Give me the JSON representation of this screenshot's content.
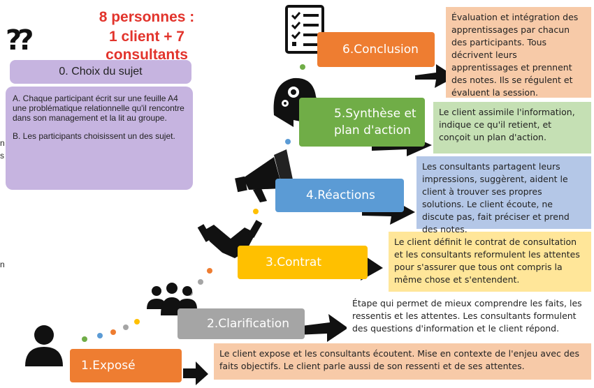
{
  "header": {
    "line1": "8 personnes :",
    "line2": "1 client + 7 consultants"
  },
  "question_icon": "??",
  "choix": {
    "title": "0. Choix du sujet",
    "a": "A. Chaque participant écrit sur une feuille A4 une problématique relationnelle qu'il rencontre dans son management et la lit au groupe.",
    "b": "B. Les participants choisissent un des sujet."
  },
  "steps": [
    {
      "label": "1.Exposé",
      "color": "#ee7d31",
      "desc_color": "#f7caa8",
      "icon": "person-icon",
      "desc": "Le client expose et les consultants écoutent. Mise en contexte de l'enjeu avec des faits objectifs. Le client parle aussi de son ressenti et de ses attentes."
    },
    {
      "label": "2.Clarification",
      "color": "#a5a5a5",
      "desc_color": "#ffffff",
      "icon": "group-icon",
      "desc": "Étape qui permet de mieux comprendre les faits, les ressentis et les attentes. Les consultants formulent des questions d'information et le client répond."
    },
    {
      "label": "3.Contrat",
      "color": "#ffc000",
      "desc_color": "#ffe699",
      "icon": "handshake-icon",
      "desc": "Le client définit le contrat de consultation et les consultants reformulent les attentes pour s'assurer que tous ont compris la même chose et s'entendent."
    },
    {
      "label": "4.Réactions",
      "color": "#5b9bd5",
      "desc_color": "#b4c7e7",
      "icon": "megaphone-icon",
      "desc": "Les consultants partagent leurs impressions, suggèrent, aident le client à trouver ses propres solutions. Le client écoute, ne discute pas, fait préciser et prend des notes."
    },
    {
      "label": "5.Synthèse et plan d'action",
      "color": "#70ad47",
      "desc_color": "#c5e0b4",
      "icon": "head-gear-icon",
      "desc": "Le client assimile l'information, indique ce qu'il retient, et conçoit un plan d'action."
    },
    {
      "label": "6.Conclusion",
      "color": "#ee7d31",
      "desc_color": "#f7caa8",
      "icon": "checklist-icon",
      "desc": "Évaluation et intégration des apprentissages par chacun des participants. Tous décrivent leurs apprentissages et prennent des notes.  Ils se régulent et évaluent la session."
    }
  ],
  "edge_letters": [
    "n",
    "s",
    "n"
  ]
}
